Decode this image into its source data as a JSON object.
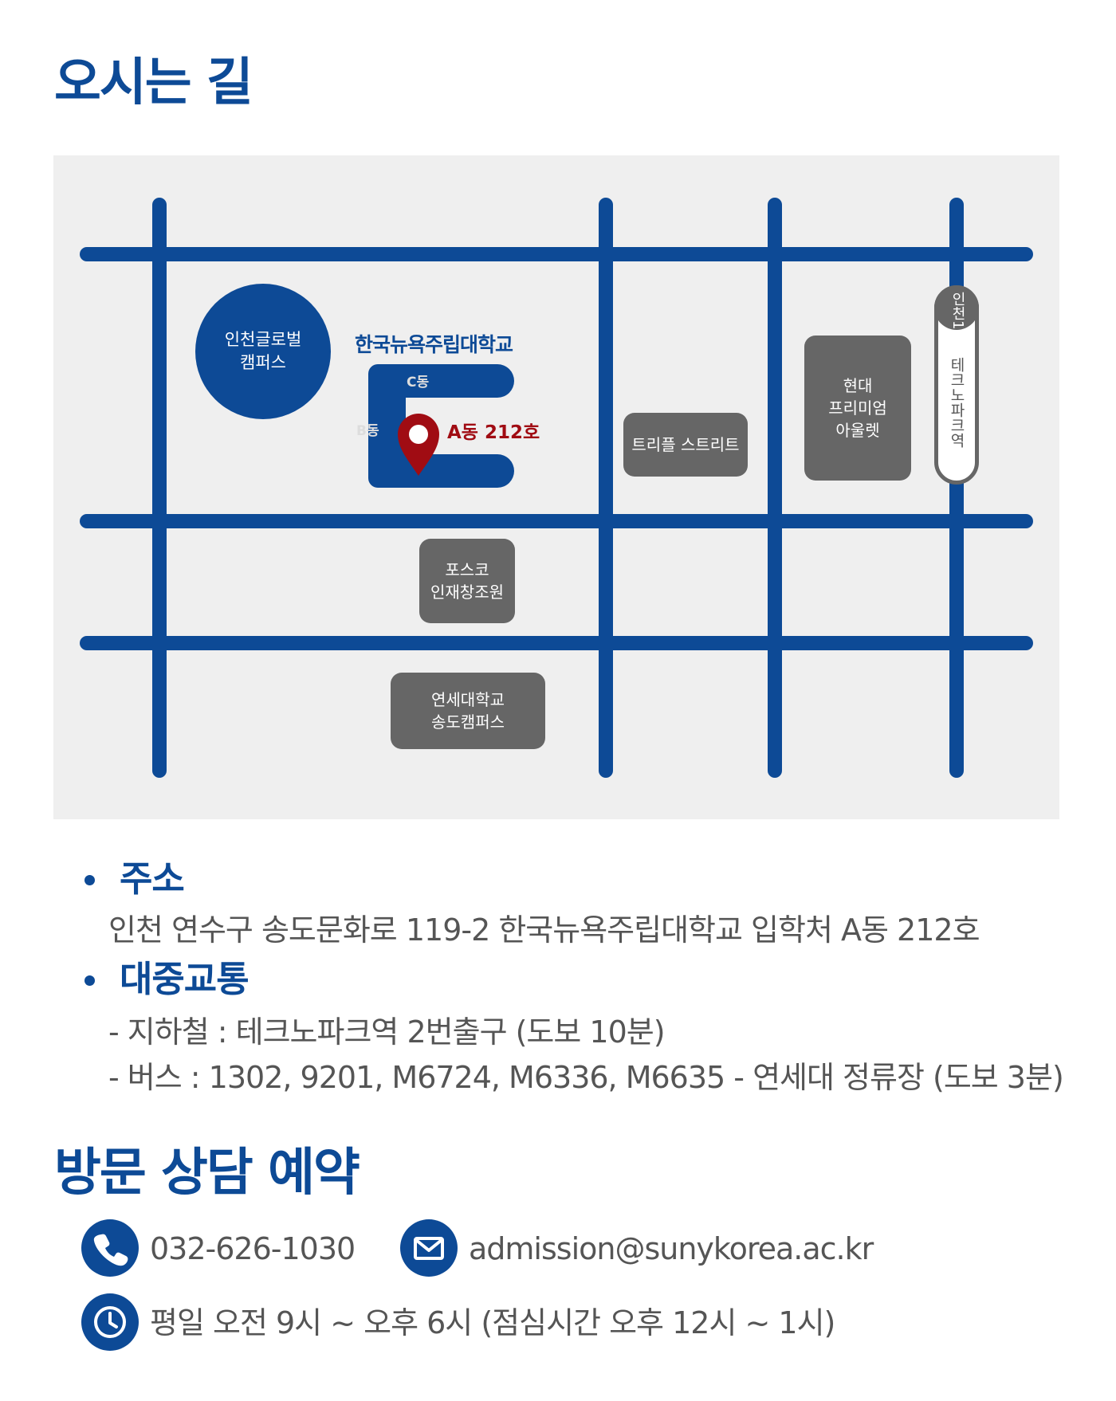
{
  "directions": {
    "title": "오시는 길",
    "map": {
      "places": {
        "incheon_global_campus": "인천글로벌\n캠퍼스",
        "university_name": "한국뉴욕주립대학교",
        "building_c": "C동",
        "building_b": "B동",
        "room": "A동 212호",
        "triple_street": "트리플 스트리트",
        "hyundai_outlet": "현대\n프리미엄\n아울렛",
        "posco": "포스코\n인재창조원",
        "yonsei_songdo": "연세대학교\n송도캠퍼스"
      },
      "station": {
        "line": "인천1",
        "name": "테크노파크역"
      }
    },
    "address": {
      "heading": "주소",
      "text": "인천 연수구 송도문화로 119-2 한국뉴욕주립대학교 입학처 A동 212호"
    },
    "transit": {
      "heading": "대중교통",
      "subway": "- 지하철 : 테크노파크역 2번출구 (도보 10분)",
      "bus": "- 버스 : 1302, 9201, M6724, M6336, M6635 - 연세대 정류장 (도보 3분)"
    }
  },
  "consultation": {
    "title": "방문 상담 예약",
    "phone": "032-626-1030",
    "email": "admission@sunykorea.ac.kr",
    "hours": "평일 오전 9시 ~ 오후 6시 (점심시간 오후 12시 ~  1시)"
  },
  "colors": {
    "brand_blue": "#0d4a96",
    "marker_red": "#a00c13",
    "box_gray": "#666666",
    "map_bg": "#efefef"
  },
  "icons": [
    "map-pin-icon",
    "phone-icon",
    "mail-icon",
    "clock-icon"
  ]
}
